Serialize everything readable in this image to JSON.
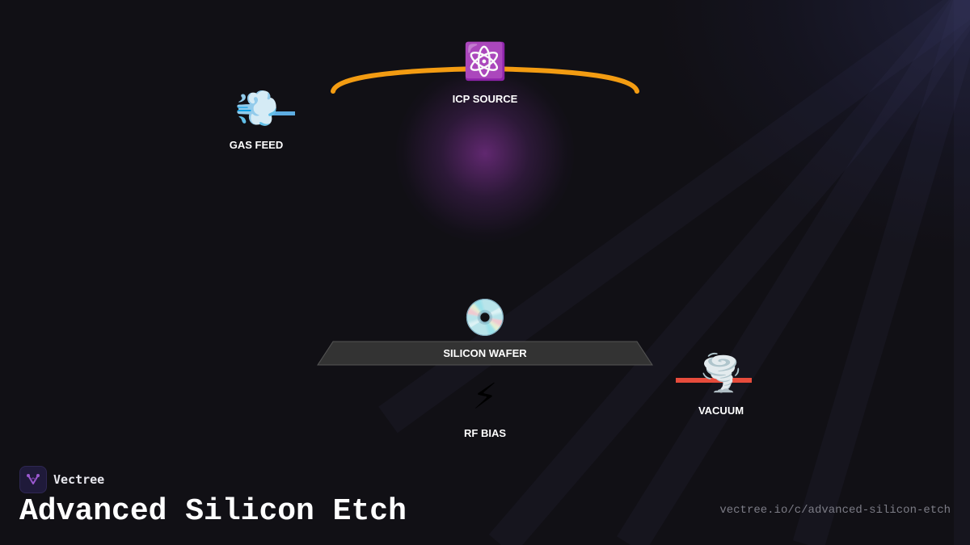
{
  "diagram": {
    "source": {
      "icon": "atom-icon",
      "glyph": "⚛️",
      "label": "ICP SOURCE",
      "coil_color": "#f39c12"
    },
    "gas": {
      "icon": "dash-wind-icon",
      "glyph": "💨",
      "label": "GAS FEED",
      "pipe_color": "#5dade2"
    },
    "wafer": {
      "icon": "disc-icon",
      "glyph": "💿",
      "label": "SILICON WAFER",
      "plate_color": "#333333"
    },
    "bias": {
      "icon": "lightning-icon",
      "glyph": "⚡",
      "label": "RF BIAS"
    },
    "vacuum": {
      "icon": "tornado-icon",
      "glyph": "🌪️",
      "label": "VACUUM",
      "pipe_color": "#e74c3c"
    },
    "plasma_color": "#8e44ad"
  },
  "footer": {
    "brand": "Vectree",
    "title": "Advanced Silicon Etch",
    "url": "vectree.io/c/advanced-silicon-etch"
  }
}
